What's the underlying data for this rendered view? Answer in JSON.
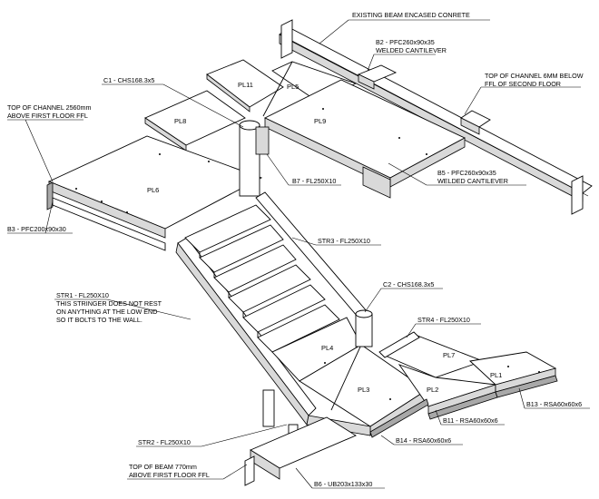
{
  "labels": {
    "beam_top": "EXISTING BEAM ENCASED CONRETE",
    "b2_line1": "B2 - PFC260x90x35",
    "b2_line2": "WELDED CANTILEVER",
    "c1": "C1 - CHS168.3x5",
    "top_channel_right_1": "TOP OF CHANNEL 6MM BELOW",
    "top_channel_right_2": "FFL OF SECOND FLOOR",
    "top_channel_left_1": "TOP OF CHANNEL 2560mm",
    "top_channel_left_2": "ABOVE FIRST FLOOR FFL",
    "b5_line1": "B5 - PFC260x90x35",
    "b5_line2": "WELDED CANTILEVER",
    "b7": "B7 - FL250X10",
    "b3": "B3 - PFC200x90x30",
    "str3": "STR3 - FL250X10",
    "str1_1": "STR1 - FL250X10",
    "str1_2": "THIS STRINGER DOES NOT REST",
    "str1_3": "ON ANYTHING AT THE LOW END",
    "str1_4": "SO IT BOLTS TO THE WALL.",
    "c2": "C2 - CHS168.3x5",
    "str4": "STR4 - FL250X10",
    "b13": "B13 - RSA60x60x6",
    "b11": "B11 - RSA60x60x6",
    "b14": "B14 - RSA60x60x6",
    "str2": "STR2 - FL250X10",
    "top_beam_1": "TOP OF BEAM 770mm",
    "top_beam_2": "ABOVE FIRST FLOOR FFL",
    "b6": "B6 - UB203x133x30"
  },
  "plates": {
    "pl11": "PL11",
    "pl5": "PL5",
    "pl8": "PL8",
    "pl9": "PL9",
    "pl6": "PL6",
    "pl4": "PL4",
    "pl3": "PL3",
    "pl7": "PL7",
    "pl2": "PL2",
    "pl1": "PL1"
  }
}
